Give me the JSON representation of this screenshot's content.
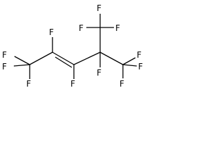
{
  "molecule": {
    "atom_labels": {
      "f1": "F",
      "f2": "F",
      "f3": "F",
      "f4": "F",
      "f5": "F",
      "f6": "F",
      "f7": "F",
      "f8": "F",
      "f9": "F",
      "f10": "F",
      "f11": "F",
      "f12": "F"
    }
  }
}
